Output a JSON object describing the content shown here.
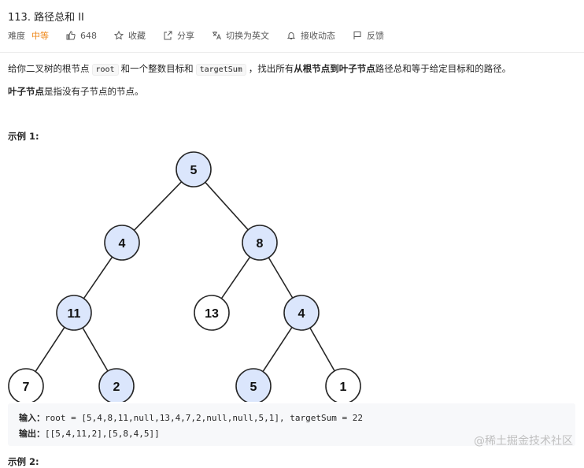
{
  "problem": {
    "title": "113. 路径总和 II",
    "difficulty_label": "难度",
    "difficulty_value": "中等",
    "like_count": "648",
    "actions": {
      "favorite": "收藏",
      "share": "分享",
      "switch_lang": "切换为英文",
      "subscribe": "接收动态",
      "feedback": "反馈"
    }
  },
  "description": {
    "p1_a": "给你二叉树的根节点",
    "p1_code1": "root",
    "p1_b": "和一个整数目标和",
    "p1_code2": "targetSum",
    "p1_c": "，找出所有",
    "p1_bold": "从根节点到叶子节点",
    "p1_d": "路径总和等于给定目标和的路径。",
    "p2_bold": "叶子节点",
    "p2_rest": "是指没有子节点的节点。"
  },
  "example1": {
    "title": "示例 1:",
    "tree_nodes": [
      {
        "id": "n5",
        "label": "5",
        "highlight": true
      },
      {
        "id": "n4",
        "label": "4",
        "highlight": true
      },
      {
        "id": "n8",
        "label": "8",
        "highlight": true
      },
      {
        "id": "n11",
        "label": "11",
        "highlight": true
      },
      {
        "id": "n13",
        "label": "13",
        "highlight": false
      },
      {
        "id": "n4b",
        "label": "4",
        "highlight": true
      },
      {
        "id": "n7",
        "label": "7",
        "highlight": false
      },
      {
        "id": "n2",
        "label": "2",
        "highlight": true
      },
      {
        "id": "n5b",
        "label": "5",
        "highlight": true
      },
      {
        "id": "n1",
        "label": "1",
        "highlight": false
      }
    ],
    "tree_edges": [
      [
        "n5",
        "n4"
      ],
      [
        "n5",
        "n8"
      ],
      [
        "n4",
        "n11"
      ],
      [
        "n8",
        "n13"
      ],
      [
        "n8",
        "n4b"
      ],
      [
        "n11",
        "n7"
      ],
      [
        "n11",
        "n2"
      ],
      [
        "n4b",
        "n5b"
      ],
      [
        "n4b",
        "n1"
      ]
    ],
    "input_label": "输入：",
    "input_value": "root = [5,4,8,11,null,13,4,7,2,null,null,5,1], targetSum = 22",
    "output_label": "输出：",
    "output_value": "[[5,4,11,2],[5,8,4,5]]"
  },
  "example2": {
    "title": "示例 2:"
  },
  "watermark": "@稀土掘金技术社区",
  "colors": {
    "highlight_fill": "#dbe6fc",
    "normal_fill": "#ffffff",
    "stroke": "#262626",
    "difficulty": "#ef8a1d"
  }
}
